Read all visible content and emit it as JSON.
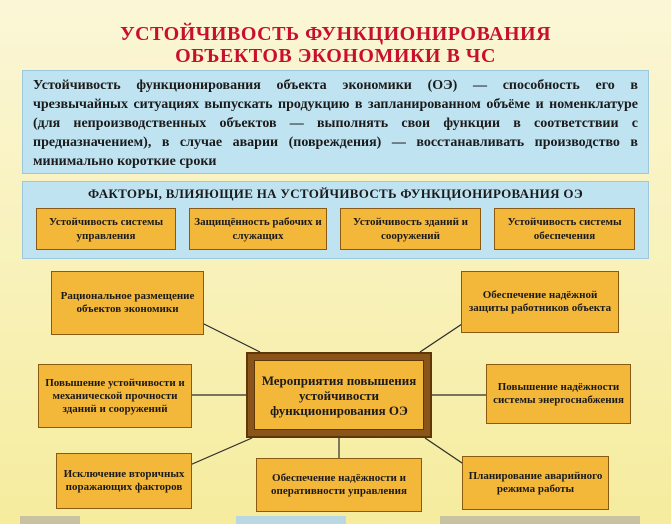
{
  "title_line1": "УСТОЙЧИВОСТЬ ФУНКЦИОНИРОВАНИЯ",
  "title_line2": "ОБЪЕКТОВ ЭКОНОМИКИ В ЧС",
  "definition": "Устойчивость функционирования объекта экономики (ОЭ) — способность его в чрезвычайных ситуациях выпускать продукцию в запланированном объёме и номенклатуре (для непроизводственных объектов — выполнять свои функции в соответствии с предназначением), в случае аварии (повреждения) — восстанавливать производство в минимально короткие сроки",
  "factors": {
    "title": "ФАКТОРЫ, ВЛИЯЮЩИЕ НА УСТОЙЧИВОСТЬ ФУНКЦИОНИРОВАНИЯ ОЭ",
    "items": [
      "Устойчивость системы управления",
      "Защищённость рабочих и служащих",
      "Устойчивость зданий и сооружений",
      "Устойчивость системы обеспечения"
    ]
  },
  "center": "Мероприятия повышения устойчивости функционирования ОЭ",
  "measures": {
    "top_left": "Рациональное размещение объектов экономики",
    "top_right": "Обеспечение надёжной защиты работников объекта",
    "mid_left": "Повышение устойчивости и механической прочности зданий и сооружений",
    "mid_right": "Повышение надёжности системы энергоснабжения",
    "bottom_left": "Исключение вторичных поражающих факторов",
    "bottom_center": "Обеспечение надёжности и оперативности управления",
    "bottom_right": "Планирование аварийного режима работы"
  }
}
